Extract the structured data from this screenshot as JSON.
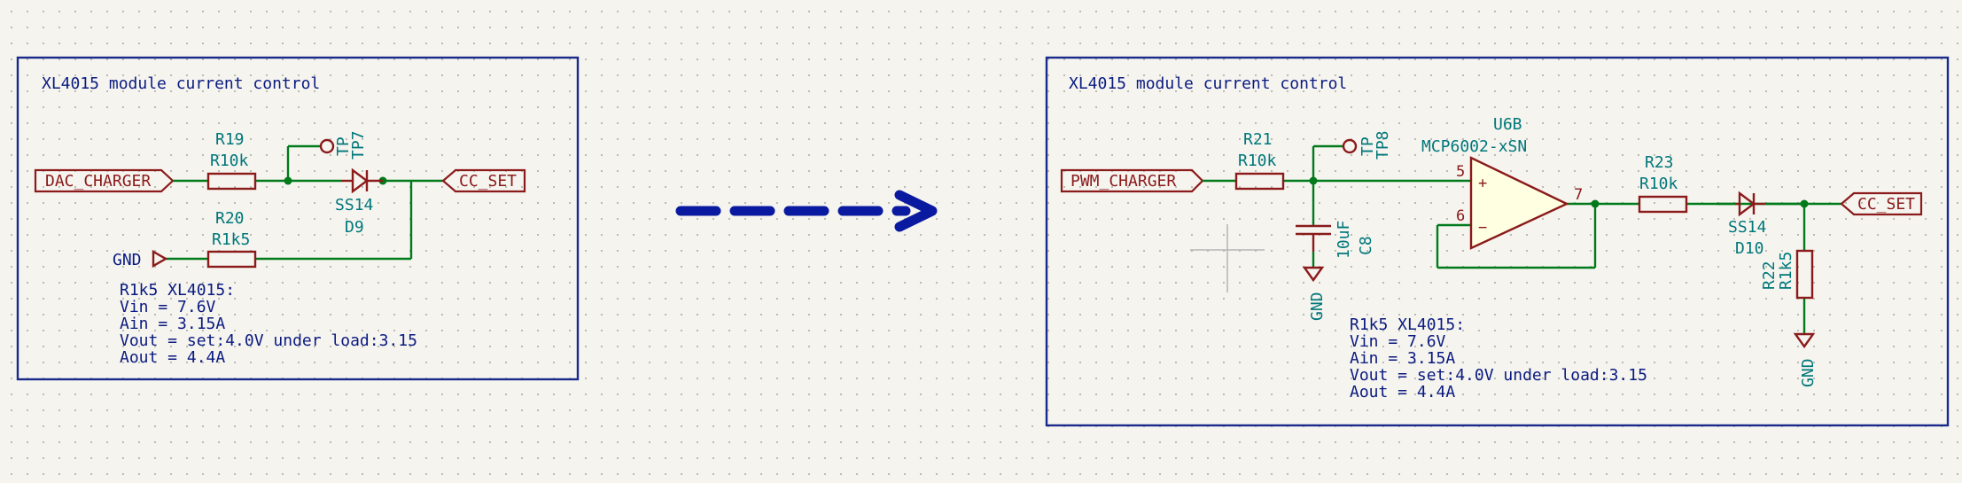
{
  "left": {
    "title": "XL4015 module current control",
    "in_label": "DAC_CHARGER",
    "out_label": "CC_SET",
    "gnd_label": "GND",
    "r19": {
      "ref": "R19",
      "value": "R10k"
    },
    "r20": {
      "ref": "R20",
      "value": "R1k5"
    },
    "tp7": {
      "ref": "TP7",
      "value": "TP"
    },
    "d9": {
      "ref": "D9",
      "value": "SS14"
    },
    "notes": [
      "R1k5 XL4015:",
      "Vin = 7.6V",
      "Ain = 3.15A",
      "Vout = set:4.0V under load:3.15",
      "Aout = 4.4A"
    ]
  },
  "right": {
    "title": "XL4015 module current control",
    "in_label": "PWM_CHARGER",
    "out_label": "CC_SET",
    "r21": {
      "ref": "R21",
      "value": "R10k"
    },
    "tp8": {
      "ref": "TP8",
      "value": "TP"
    },
    "c8": {
      "ref": "C8",
      "value": "10uF"
    },
    "gnd1": "GND",
    "u6": {
      "ref": "U6B",
      "value": "MCP6002-xSN",
      "pin_plus": "5",
      "pin_minus": "6",
      "pin_out": "7",
      "plus_sign": "+",
      "minus_sign": "−"
    },
    "r23": {
      "ref": "R23",
      "value": "R10k"
    },
    "d10": {
      "ref": "D10",
      "value": "SS14"
    },
    "r22": {
      "ref": "R22",
      "value": "R1k5"
    },
    "gnd2": "GND",
    "notes": [
      "R1k5 XL4015:",
      "Vin = 7.6V",
      "Ain = 3.15A",
      "Vout = set:4.0V under load:3.15",
      "Aout = 4.4A"
    ]
  },
  "colors": {
    "wire": "#007a1a",
    "component": "#8b1a1a",
    "text": "#0a1a80",
    "reference": "#00777a",
    "arrow": "#0a1aa0",
    "background": "#f5f4ef"
  }
}
